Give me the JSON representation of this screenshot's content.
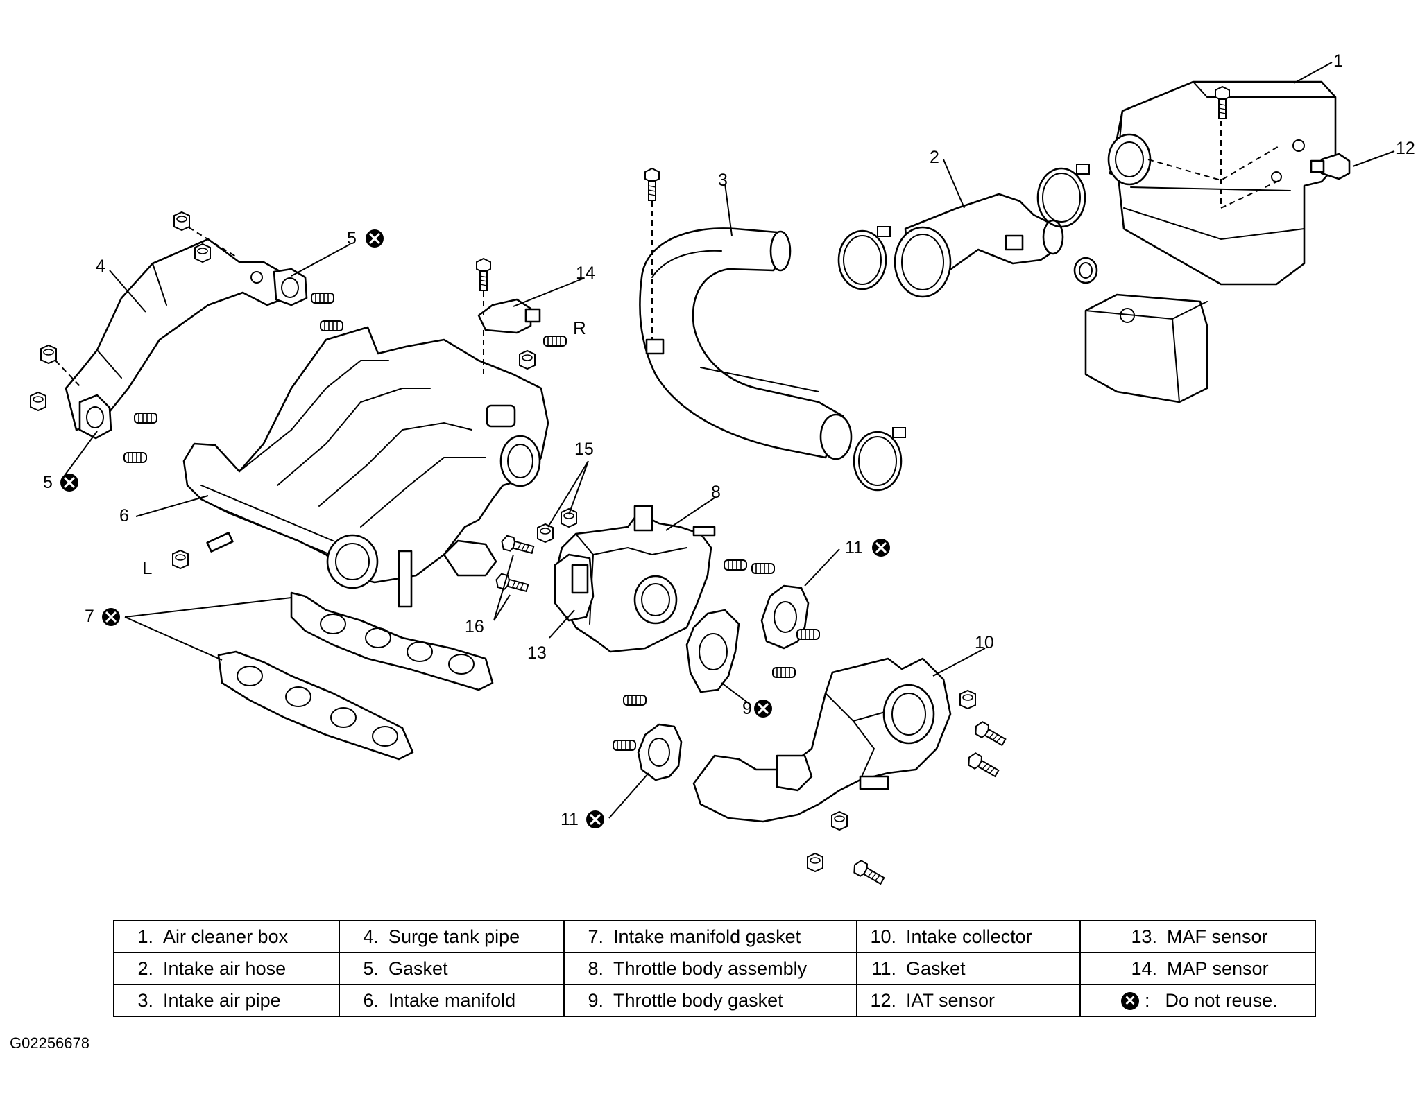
{
  "callouts": {
    "c1": "1",
    "c2": "2",
    "c3": "3",
    "c4": "4",
    "c5a": "5",
    "c5b": "5",
    "c6": "6",
    "c7": "7",
    "c8": "8",
    "c9": "9",
    "c10": "10",
    "c11a": "11",
    "c11b": "11",
    "c12": "12",
    "c13": "13",
    "c14": "14",
    "c15": "15",
    "c16": "16"
  },
  "side_labels": {
    "right": "R",
    "left": "L"
  },
  "legend": {
    "items": [
      {
        "num": "1.",
        "label": "Air cleaner box"
      },
      {
        "num": "2.",
        "label": "Intake air hose"
      },
      {
        "num": "3.",
        "label": "Intake air pipe"
      },
      {
        "num": "4.",
        "label": "Surge tank pipe"
      },
      {
        "num": "5.",
        "label": "Gasket"
      },
      {
        "num": "6.",
        "label": "Intake manifold"
      },
      {
        "num": "7.",
        "label": "Intake manifold gasket"
      },
      {
        "num": "8.",
        "label": "Throttle body assembly"
      },
      {
        "num": "9.",
        "label": "Throttle body gasket"
      },
      {
        "num": "10.",
        "label": "Intake collector"
      },
      {
        "num": "11.",
        "label": "Gasket"
      },
      {
        "num": "12.",
        "label": "IAT sensor"
      },
      {
        "num": "13.",
        "label": "MAF sensor"
      },
      {
        "num": "14.",
        "label": "MAP sensor"
      }
    ],
    "note_symbol": "✕",
    "note_sep": ":",
    "note_text": "Do not reuse."
  },
  "figure_id": "G02256678"
}
